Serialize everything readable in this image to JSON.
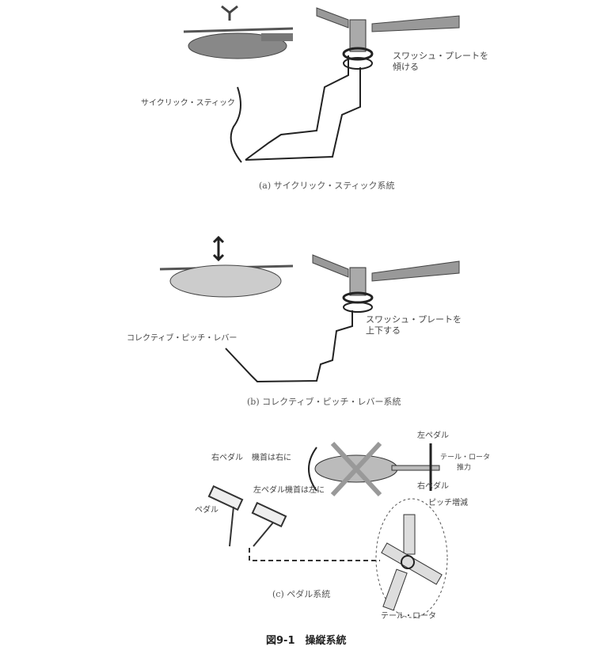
{
  "figure_title": "図9-1　操縦系統",
  "panel_a": {
    "caption": "(a) サイクリック・スティック系統",
    "stick_label": "サイクリック・スティック",
    "swash_label_line1": "スワッシュ・プレートを",
    "swash_label_line2": "傾ける"
  },
  "panel_b": {
    "caption": "(b) コレクティブ・ピッチ・レバー系統",
    "lever_label": "コレクティブ・ピッチ・レバー",
    "swash_label_line1": "スワッシュ・プレートを",
    "swash_label_line2": "上下する"
  },
  "panel_c": {
    "caption": "(c) ペダル系統",
    "right_pedal": "右ペダル",
    "nose_right": "機首は右に",
    "left_pedal_nose_left": "左ペダル機首は左に",
    "pedal": "ペダル",
    "left_pedal_top": "左ペダル",
    "tail_thrust_line1": "テール・ロータ",
    "tail_thrust_line2": "推力",
    "right_pedal_bottom": "右ペダル",
    "pitch_change": "ピッチ増減",
    "tail_rotor": "テール・ロータ"
  }
}
